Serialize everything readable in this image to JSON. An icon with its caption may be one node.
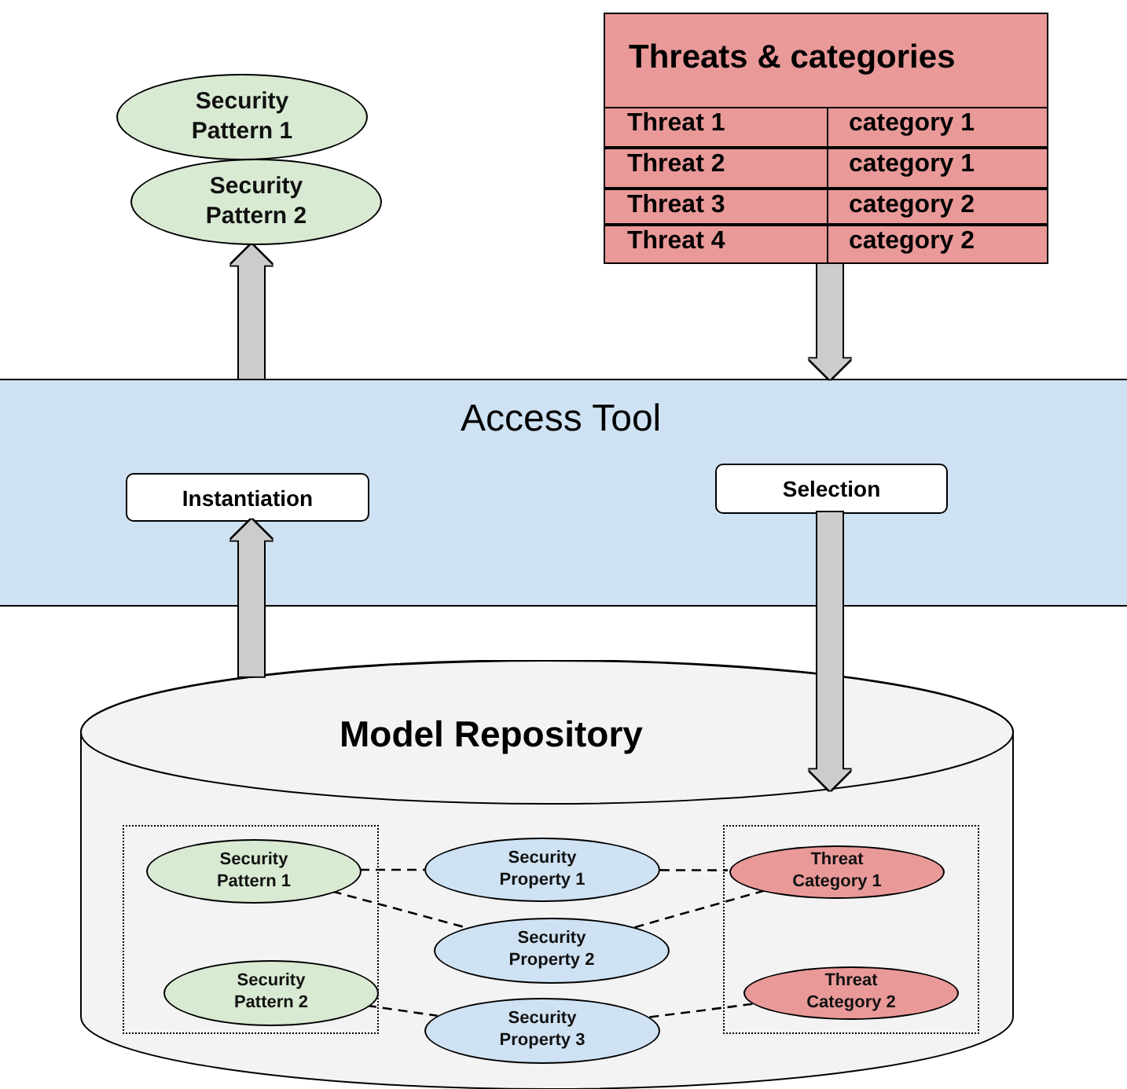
{
  "diagram": {
    "nodes": [
      {
        "text": [
          "Security Pattern 1"
        ]
      },
      {
        "text": [
          "Security Pattern 2"
        ]
      },
      {
        "text": [
          "Threats & categories"
        ]
      },
      {
        "text": [
          "Access Tool"
        ]
      },
      {
        "text": [
          "Instantiation"
        ],
        "in": 3
      },
      {
        "text": [
          "Selection"
        ],
        "in": 3
      },
      {
        "text": [
          "Model Repository"
        ]
      },
      {
        "text": [],
        "shape": "box",
        "in": 6
      },
      {
        "text": [
          "Security Pattern 1"
        ],
        "in": 7
      },
      {
        "text": [
          "Security Pattern 2"
        ],
        "in": 7
      },
      {
        "text": [
          "Security Property 1"
        ],
        "in": 6
      },
      {
        "text": [
          "Security Property 2"
        ],
        "in": 6
      },
      {
        "text": [
          "Security Property 3"
        ],
        "in": 6
      },
      {
        "text": [],
        "shape": "box",
        "in": 6
      },
      {
        "text": [
          "Threat Category 1"
        ],
        "in": 13
      },
      {
        "text": [
          "Threat Category 2"
        ],
        "in": 13
      }
    ],
    "edges": [
      {
        "from": 3,
        "to": 1,
        "arrow": "to",
        "style": "thick",
        "color": "#cccccc"
      },
      {
        "from": 2,
        "to": 3,
        "arrow": "to",
        "style": "thick",
        "color": "#cccccc"
      },
      {
        "from": 6,
        "to": 4,
        "arrow": "to",
        "style": "thick",
        "color": "#cccccc"
      },
      {
        "from": 5,
        "to": 6,
        "arrow": "to",
        "style": "thick",
        "color": "#cccccc"
      },
      {
        "from": 8,
        "to": 10,
        "arrow": "none",
        "style": "dashed"
      },
      {
        "from": 8,
        "to": 11,
        "arrow": "none",
        "style": "dashed"
      },
      {
        "from": 10,
        "to": 14,
        "arrow": "none",
        "style": "dashed"
      },
      {
        "from": 11,
        "to": 14,
        "arrow": "none",
        "style": "dashed"
      },
      {
        "from": 9,
        "to": 12,
        "arrow": "none",
        "style": "dashed"
      },
      {
        "from": 12,
        "to": 15,
        "arrow": "none",
        "style": "dashed"
      }
    ],
    "labels": [
      "Threat 1",
      "category 1",
      "Threat 2",
      "category 1",
      "Threat 3",
      "category 2",
      "Threat 4",
      "category 2"
    ]
  }
}
